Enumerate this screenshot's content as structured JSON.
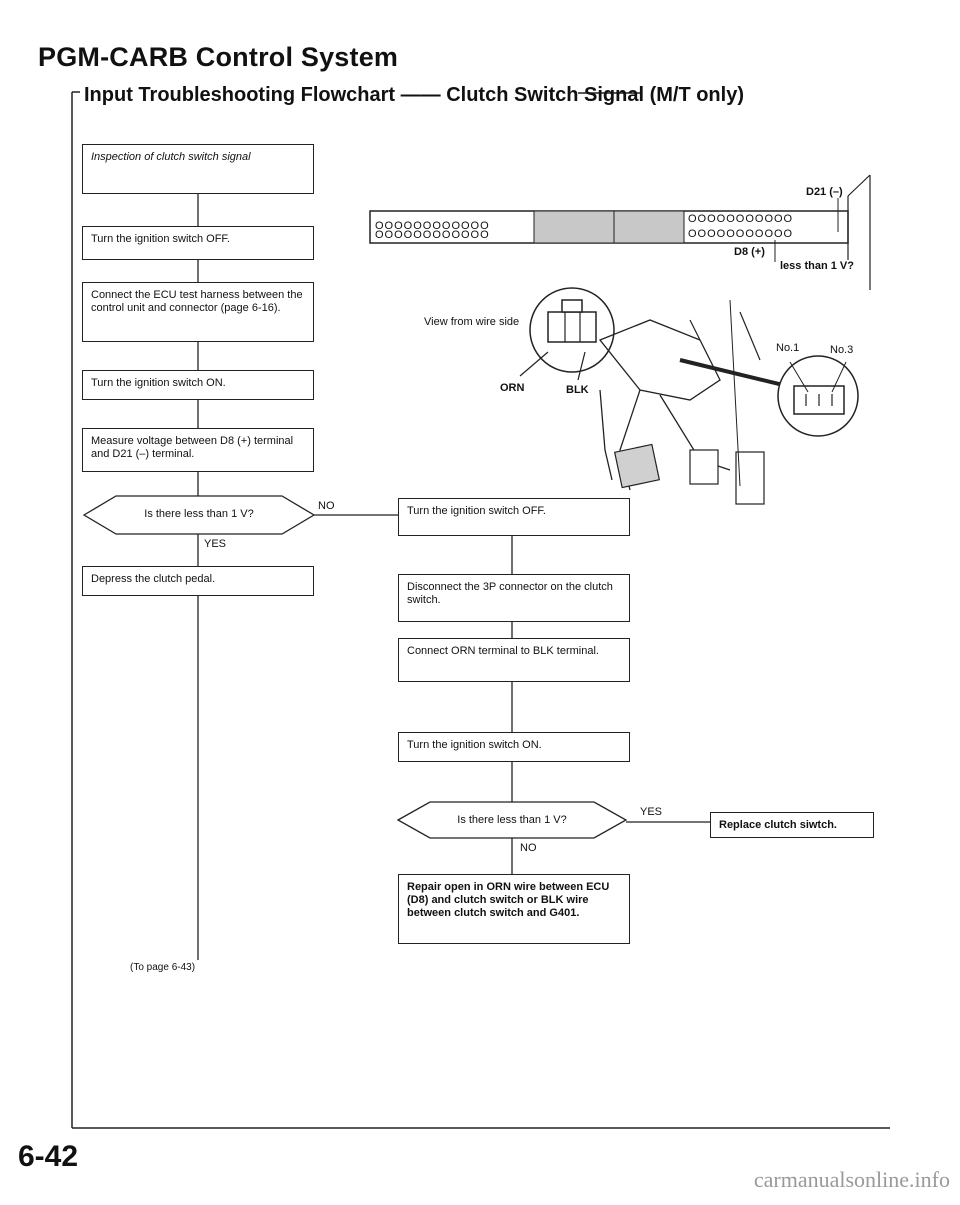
{
  "header": {
    "title": "PGM-CARB Control System",
    "subtitle_left": "Input Troubleshooting Flowchart",
    "subtitle_right": "Clutch Switch Signal (M/T only)"
  },
  "left_flow": {
    "step1": "Inspection of clutch switch signal",
    "step2": "Turn the ignition switch OFF.",
    "step3": "Connect the ECU test harness between the control unit and connector (page 6-16).",
    "step4": "Turn the ignition switch ON.",
    "step5": "Measure voltage between D8 (+) terminal and D21 (–) terminal.",
    "decision1": "Is there less than 1 V?",
    "decision1_yes": "YES",
    "decision1_no": "NO",
    "step6": "Depress the clutch pedal.",
    "continue_note": "(To page 6-43)"
  },
  "right_flow": {
    "step1": "Turn the ignition switch OFF.",
    "step2": "Disconnect the 3P connector on the clutch switch.",
    "step3": "Connect ORN terminal to BLK terminal.",
    "step4": "Turn the ignition switch ON.",
    "decision": "Is there less than 1 V?",
    "decision_yes": "YES",
    "decision_no": "NO",
    "result_yes": "Replace clutch siwtch.",
    "result_no": "Repair open in ORN wire between ECU (D8) and clutch switch or BLK wire between clutch switch and G401."
  },
  "diagram": {
    "d21_label": "D21 (–)",
    "d8_label": "D8 (+)",
    "less_than_label": "less than 1 V?",
    "view_label": "View from wire side",
    "orn_label": "ORN",
    "blk_label": "BLK",
    "no1_label": "No.1",
    "no3_label": "No.3",
    "pin_row": "OOOOOOOOOOOO",
    "pin_row_right": "OOOOOOOOOOO"
  },
  "footer": {
    "page_number": "6-42",
    "watermark": "carmanualsonline.info"
  }
}
